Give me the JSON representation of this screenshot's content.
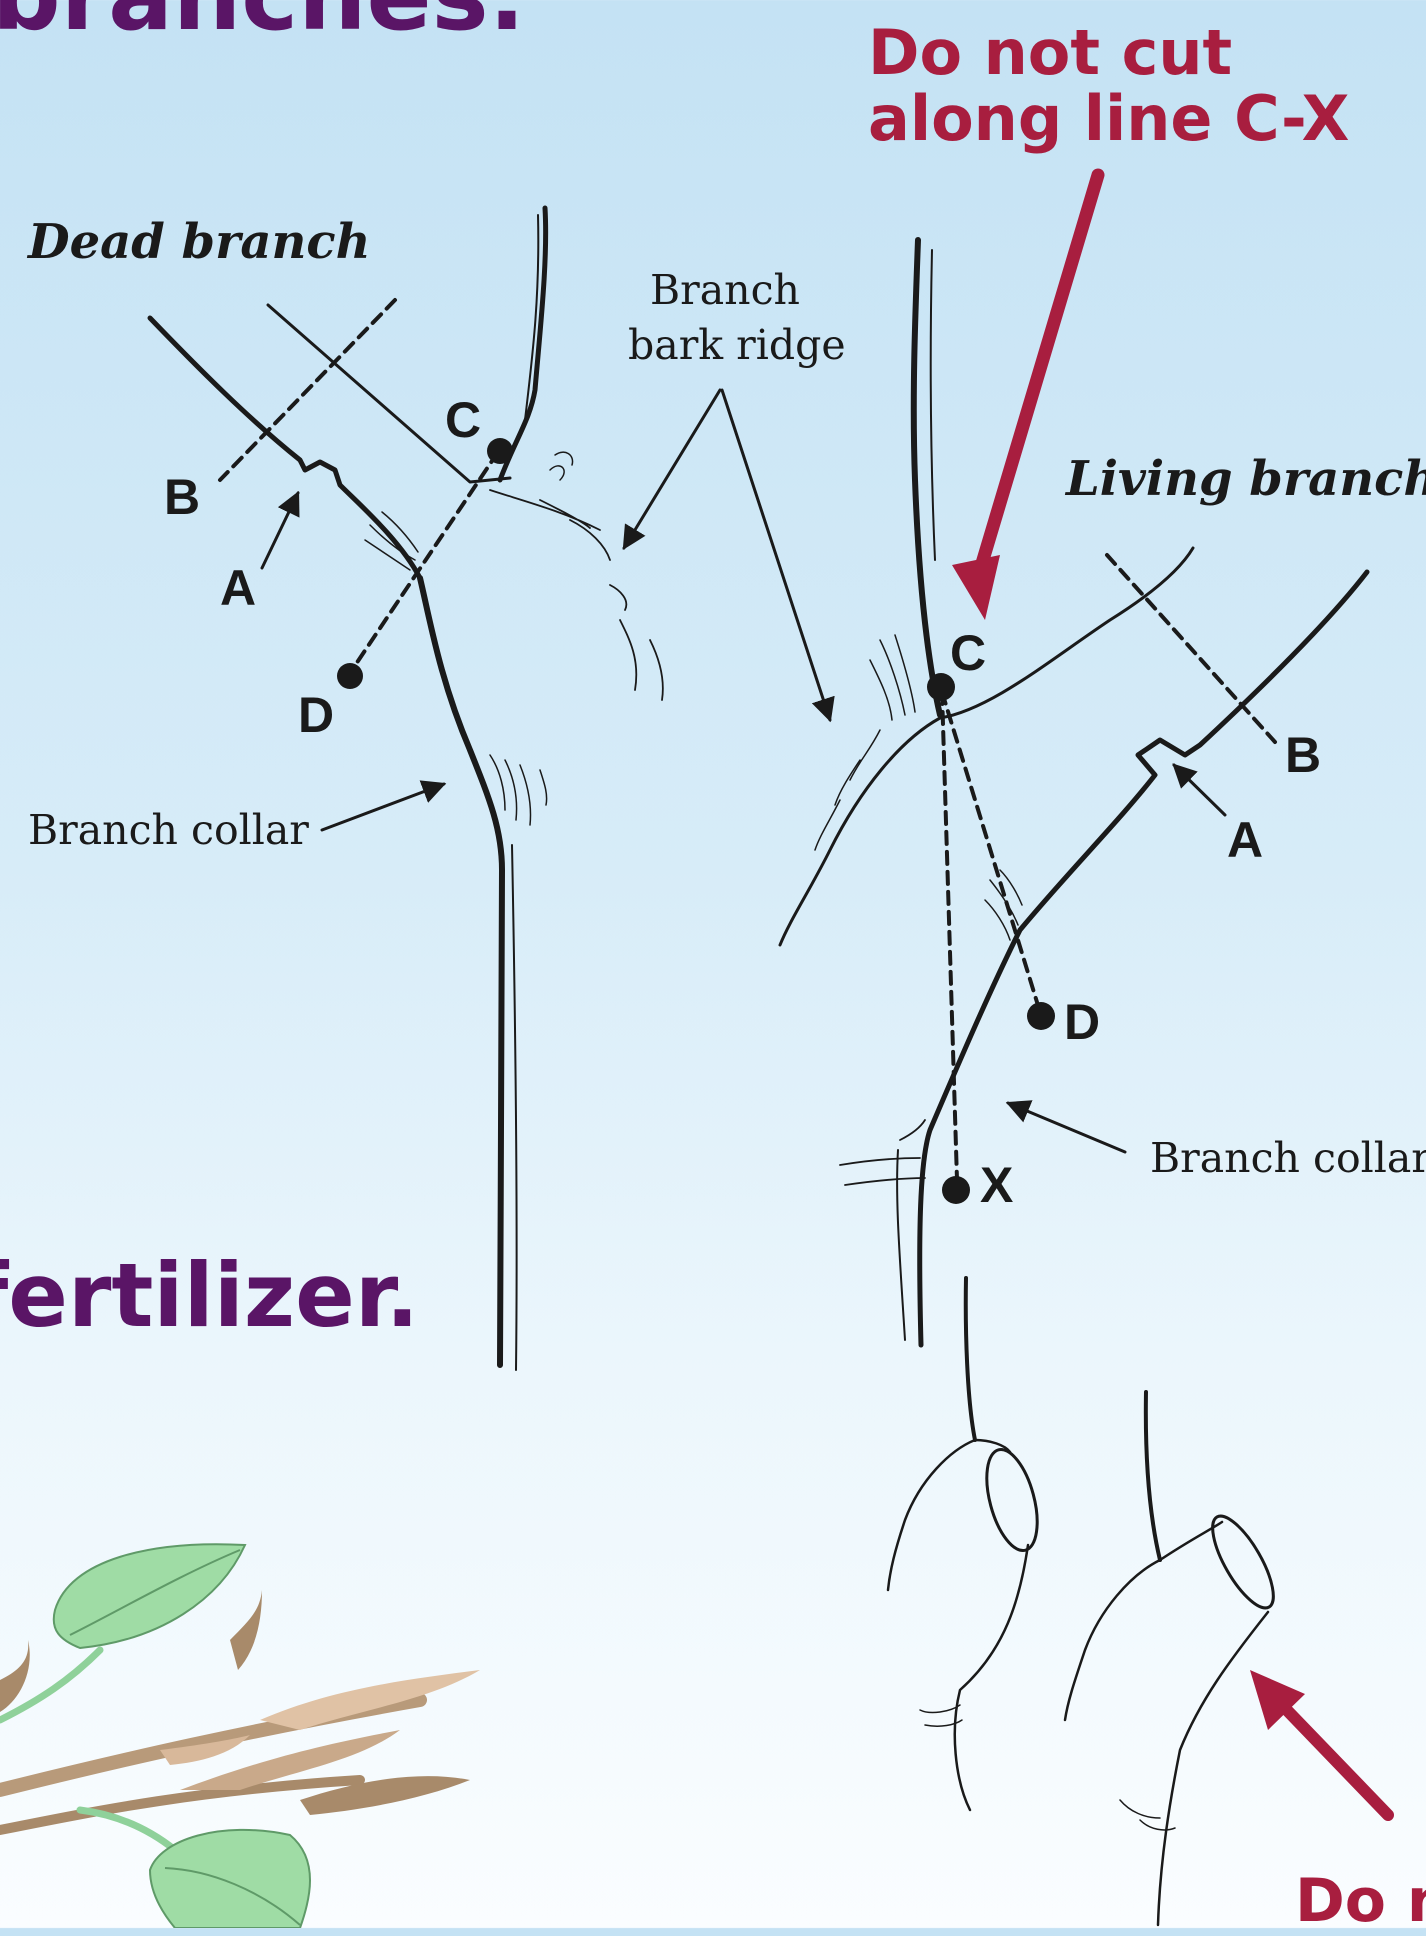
{
  "headings": {
    "top": "branches.",
    "middle": "fertilizer."
  },
  "warnings": {
    "cut_line_1": "Do not cut",
    "cut_line_2": "along line C-X",
    "bottom_partial": "Do n"
  },
  "left_diagram": {
    "title": "Dead branch",
    "points": {
      "a": "A",
      "b": "B",
      "c": "C",
      "d": "D"
    },
    "collar_label": "Branch collar"
  },
  "ridge_label": {
    "line1": "Branch",
    "line2": "bark ridge"
  },
  "right_diagram": {
    "title": "Living branch",
    "points": {
      "a": "A",
      "b": "B",
      "c": "C",
      "d": "D",
      "x": "X"
    },
    "collar_label": "Branch collar"
  },
  "colors": {
    "heading": "#5a1566",
    "warning": "#a81e3f",
    "ink": "#1a1a1a",
    "sky_top": "#c4e2f4",
    "sky_bottom": "#fafdff",
    "leaf": "#8fd19a",
    "twig": "#a88a6a"
  },
  "icons": {
    "leaf_decoration": "leaf-branch-icon"
  }
}
